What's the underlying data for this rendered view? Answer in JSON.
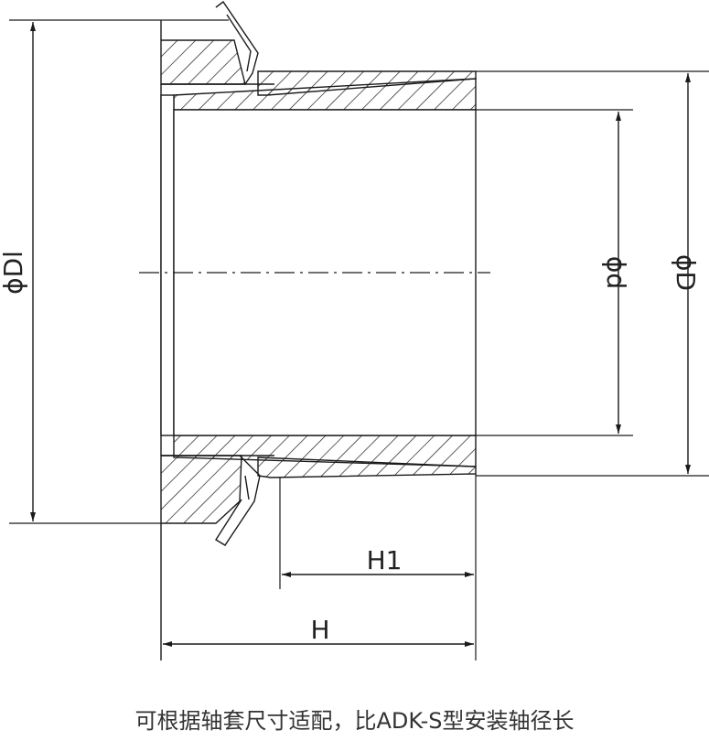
{
  "labels": {
    "dl": "ϕDl",
    "d": "ϕd",
    "D": "ϕD",
    "h1": "H1",
    "h": "H"
  },
  "caption": "可根据轴套尺寸适配，比ADK-S型安装轴径长",
  "colors": {
    "line": "#1a1a1a"
  }
}
